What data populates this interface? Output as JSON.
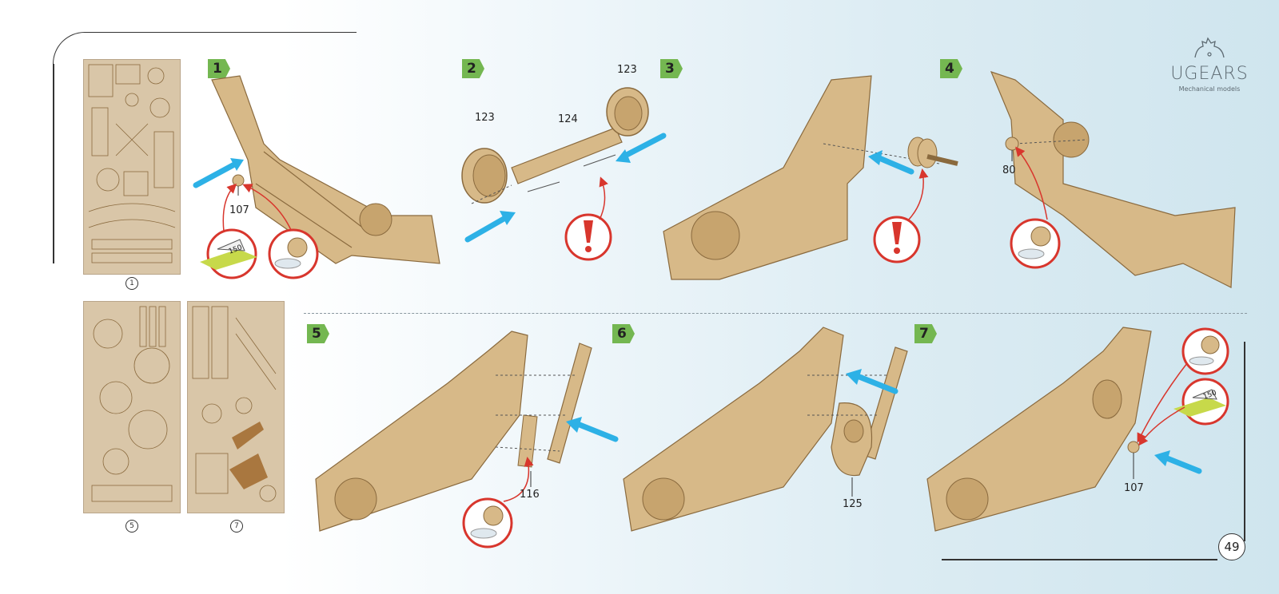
{
  "brand": {
    "name": "UGEARS",
    "tagline": "Mechanical models",
    "gear_icon": "gear-outline-icon"
  },
  "page": {
    "number": "49"
  },
  "sheets": [
    {
      "id": "sheet-1",
      "number": "1"
    },
    {
      "id": "sheet-5",
      "number": "5"
    },
    {
      "id": "sheet-7",
      "number": "7"
    }
  ],
  "steps": [
    {
      "number": "1",
      "parts": [
        "107"
      ]
    },
    {
      "number": "2",
      "parts": [
        "123",
        "124",
        "123"
      ]
    },
    {
      "number": "3",
      "parts": []
    },
    {
      "number": "4",
      "parts": [
        "80"
      ]
    },
    {
      "number": "5",
      "parts": [
        "116"
      ]
    },
    {
      "number": "6",
      "parts": [
        "125"
      ]
    },
    {
      "number": "7",
      "parts": [
        "107"
      ]
    }
  ],
  "callouts": {
    "sandpaper_grit": "150",
    "sandpaper_grit_partial": "50"
  },
  "colors": {
    "step_badge": "#74b751",
    "arrow_blue": "#2db1e6",
    "warning_red": "#d8362d",
    "wood": "#d7b988",
    "wood_dark": "#8a6a3e"
  }
}
